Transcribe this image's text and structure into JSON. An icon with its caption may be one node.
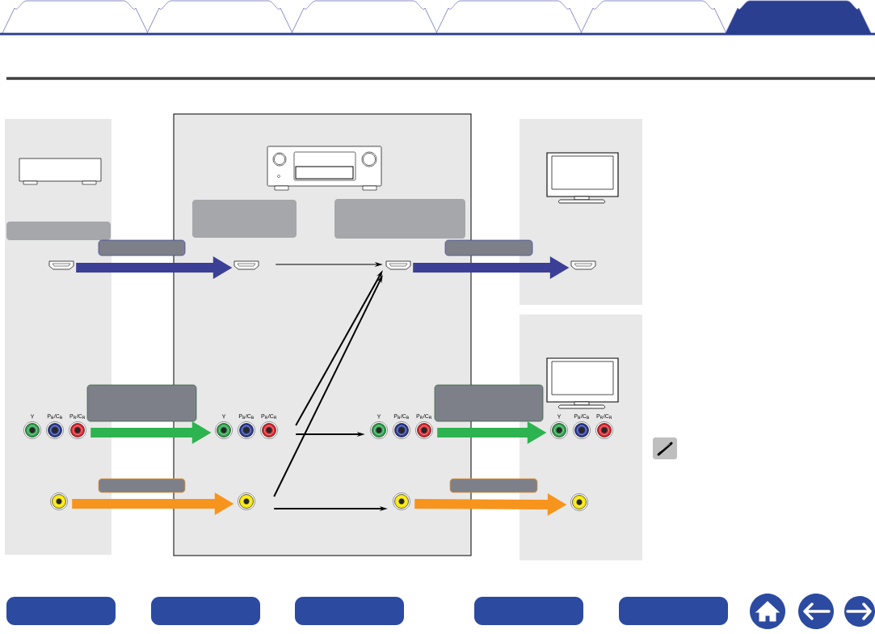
{
  "diagram": {
    "nodes": [
      {
        "text": [],
        "shape": "port"
      },
      {
        "text": [],
        "shape": "port",
        "beside": [
          "Y",
          "P$_{B}$/C$_{B}$",
          "P$_{R}$/C$_{R}$"
        ]
      },
      {
        "text": [],
        "shape": "port"
      },
      {
        "text": [],
        "shape": "port"
      },
      {
        "text": [],
        "shape": "port",
        "beside": [
          "Y",
          "P$_{B}$/C$_{B}$",
          "P$_{R}$/C$_{R}$"
        ]
      },
      {
        "text": [],
        "shape": "port"
      },
      {
        "text": [],
        "shape": "port"
      },
      {
        "text": [],
        "shape": "port",
        "beside": [
          "Y",
          "P$_{B}$/C$_{B}$",
          "P$_{R}$/C$_{R}$"
        ]
      },
      {
        "text": [],
        "shape": "port"
      },
      {
        "text": [],
        "shape": "port"
      },
      {
        "text": [],
        "shape": "port",
        "beside": [
          "Y",
          "P$_{B}$/C$_{B}$",
          "P$_{R}$/C$_{R}$"
        ]
      },
      {
        "text": [],
        "shape": "port"
      },
      {
        "text": [],
        "shape": "box"
      },
      {
        "text": [],
        "shape": "box"
      },
      {
        "text": [],
        "shape": "box"
      },
      {
        "text": [],
        "shape": "box"
      },
      {
        "text": [],
        "shape": "box"
      },
      {
        "text": [],
        "shape": "box"
      },
      {
        "text": [],
        "shape": "box"
      },
      {
        "text": [],
        "shape": "box"
      },
      {
        "text": [],
        "shape": "box"
      }
    ],
    "edges": [
      {
        "from": 0,
        "to": 3,
        "arrow": "to",
        "color": "#3b3f96"
      },
      {
        "from": 1,
        "to": 4,
        "arrow": "to",
        "color": "#2db34f"
      },
      {
        "from": 2,
        "to": 5,
        "arrow": "to",
        "color": "#f7941d"
      },
      {
        "from": 3,
        "to": 6,
        "arrow": "to"
      },
      {
        "from": 4,
        "to": 6,
        "arrow": "to"
      },
      {
        "from": 5,
        "to": 6,
        "arrow": "to"
      },
      {
        "from": 4,
        "to": 7,
        "arrow": "to"
      },
      {
        "from": 5,
        "to": 8,
        "arrow": "to"
      },
      {
        "from": 6,
        "to": 9,
        "arrow": "to",
        "color": "#3b3f96"
      },
      {
        "from": 7,
        "to": 10,
        "arrow": "to",
        "color": "#2db34f"
      },
      {
        "from": 8,
        "to": 11,
        "arrow": "to",
        "color": "#f7941d"
      }
    ]
  }
}
